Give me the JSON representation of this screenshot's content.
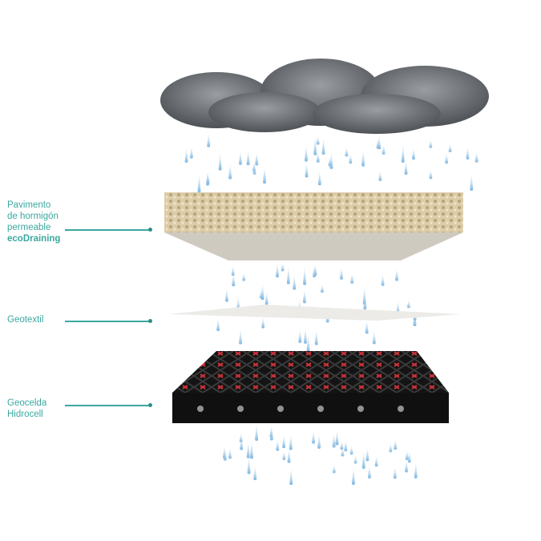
{
  "labels": {
    "pavement": {
      "line1": "Pavimento",
      "line2": "de hormigón",
      "line3": "permeable",
      "line4": "ecoDraining"
    },
    "geotextile": {
      "line1": "Geotextil"
    },
    "geocell": {
      "line1": "Geocelda",
      "line2": "Hidrocell"
    }
  },
  "colors": {
    "accent": "#3aa8a0",
    "rain": "#8fc3e6",
    "cloud": "#6f7478",
    "pavement": "#d9c9a6",
    "geocell": "#1a1a1a",
    "geocell_accent": "#c8343a"
  }
}
